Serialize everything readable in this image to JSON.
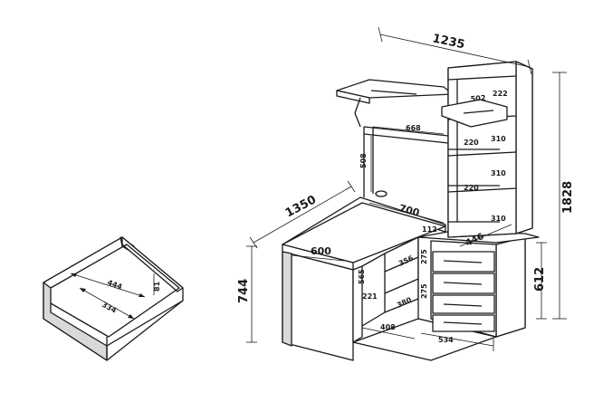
{
  "dimensions": {
    "total_width": "1235",
    "total_height": "1828",
    "desk_length": "1350",
    "desk_height": "744",
    "pedestal_height": "612",
    "desk_depth": "600",
    "desk_top_width": "700",
    "shelf_width": "668",
    "upper_height": "508",
    "gap_112": "112",
    "cabinet_depth": "446",
    "top_shelf": "502",
    "top_h": "222",
    "tower_h1": "310",
    "tower_h2": "310",
    "tower_h3": "310",
    "tower_d1": "220",
    "tower_d2": "220",
    "pedestal_depth": "356",
    "pedestal_d2": "380",
    "drawer_h1": "275",
    "drawer_h2": "275",
    "side_h": "565",
    "side_d": "221",
    "bottom_408": "408",
    "bottom_534": "534",
    "drawer_width": "444",
    "drawer_depth": "334",
    "drawer_height": "81"
  }
}
